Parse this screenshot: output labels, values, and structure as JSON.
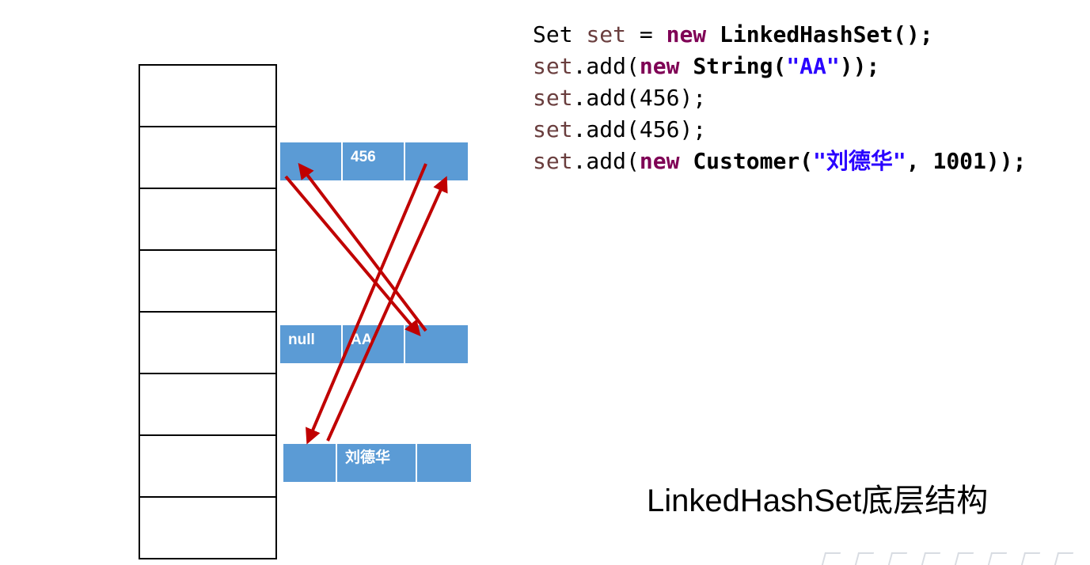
{
  "nodes": [
    {
      "name": "node-456",
      "cells": [
        "",
        "456",
        ""
      ]
    },
    {
      "name": "node-aa",
      "cells": [
        "null",
        "AA",
        ""
      ]
    },
    {
      "name": "node-liu",
      "cells": [
        "",
        "刘德华",
        ""
      ]
    }
  ],
  "code": {
    "lines": [
      [
        {
          "t": "Set ",
          "c": "plain"
        },
        {
          "t": "set",
          "c": "var"
        },
        {
          "t": " = ",
          "c": "plain"
        },
        {
          "t": "new",
          "c": "kw"
        },
        {
          "t": " ",
          "c": "plain"
        },
        {
          "t": "LinkedHashSet();",
          "c": "type"
        }
      ],
      [
        {
          "t": "set",
          "c": "var"
        },
        {
          "t": ".add(",
          "c": "plain"
        },
        {
          "t": "new",
          "c": "kw"
        },
        {
          "t": " ",
          "c": "plain"
        },
        {
          "t": "String(",
          "c": "type"
        },
        {
          "t": "\"AA\"",
          "c": "str"
        },
        {
          "t": "));",
          "c": "type"
        }
      ],
      [
        {
          "t": "set",
          "c": "var"
        },
        {
          "t": ".add(456);",
          "c": "plain"
        }
      ],
      [
        {
          "t": "set",
          "c": "var"
        },
        {
          "t": ".add(456);",
          "c": "plain"
        }
      ],
      [
        {
          "t": "set",
          "c": "var"
        },
        {
          "t": ".add(",
          "c": "plain"
        },
        {
          "t": "new",
          "c": "kw"
        },
        {
          "t": " ",
          "c": "plain"
        },
        {
          "t": "Customer(",
          "c": "type"
        },
        {
          "t": "\"刘德华\"",
          "c": "str"
        },
        {
          "t": ", ",
          "c": "type"
        },
        {
          "t": "1001",
          "c": "num"
        },
        {
          "t": "));",
          "c": "type"
        }
      ]
    ]
  },
  "caption": "LinkedHashSet底层结构",
  "colors": {
    "node_fill": "#5b9bd5",
    "arrow": "#c00000",
    "keyword": "#7f0055",
    "variable": "#6a3e3e",
    "string": "#2a00ff"
  }
}
